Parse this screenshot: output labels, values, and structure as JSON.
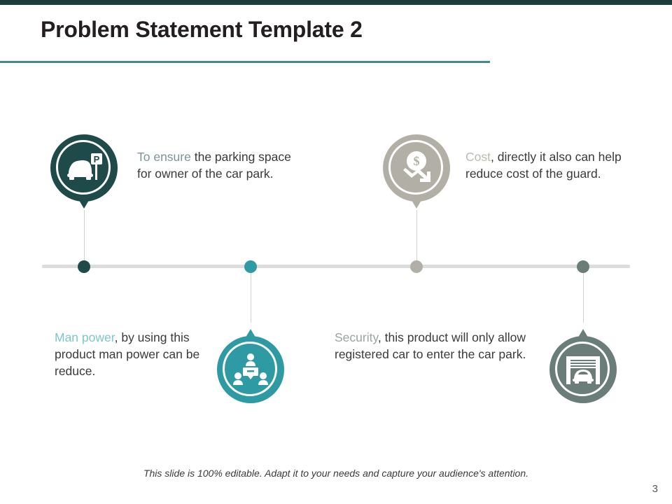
{
  "slide": {
    "title": "Problem Statement Template 2",
    "page_number": "3",
    "footer_note": "This slide is 100% editable. Adapt it to your needs and capture your audience's attention.",
    "accent_top_bar": "#1e3c3c",
    "accent_rule": "#45898c"
  },
  "timeline": {
    "bar_color": "#dcdcdc",
    "connector_color": "#d2d2d2"
  },
  "items": [
    {
      "id": "parking-space",
      "icon": "car-parking-sign-icon",
      "color": "#1e4a4a",
      "position": "top",
      "lead": "To ensure",
      "rest": " the parking space for owner of the car park.",
      "full_text": "To ensure the parking space for owner of the car park."
    },
    {
      "id": "cost",
      "icon": "dollar-arrow-down-icon",
      "color": "#b2b0a6",
      "position": "top",
      "lead": "Cost",
      "rest": ", directly it also can help reduce cost of the guard.",
      "full_text": "Cost, directly it also can help reduce cost of the guard."
    },
    {
      "id": "man-power",
      "icon": "org-chart-people-icon",
      "color": "#2e9aa3",
      "position": "bottom",
      "lead": "Man power",
      "rest": ", by using this product man power can be reduce.",
      "full_text": "Man power, by using this product man power can be reduce."
    },
    {
      "id": "security",
      "icon": "garage-car-entry-icon",
      "color": "#6b7d78",
      "position": "bottom",
      "lead": "Security",
      "rest": ", this product will only allow registered car to enter the car park.",
      "full_text": "Security, this product will only allow registered car to enter the car park."
    }
  ]
}
